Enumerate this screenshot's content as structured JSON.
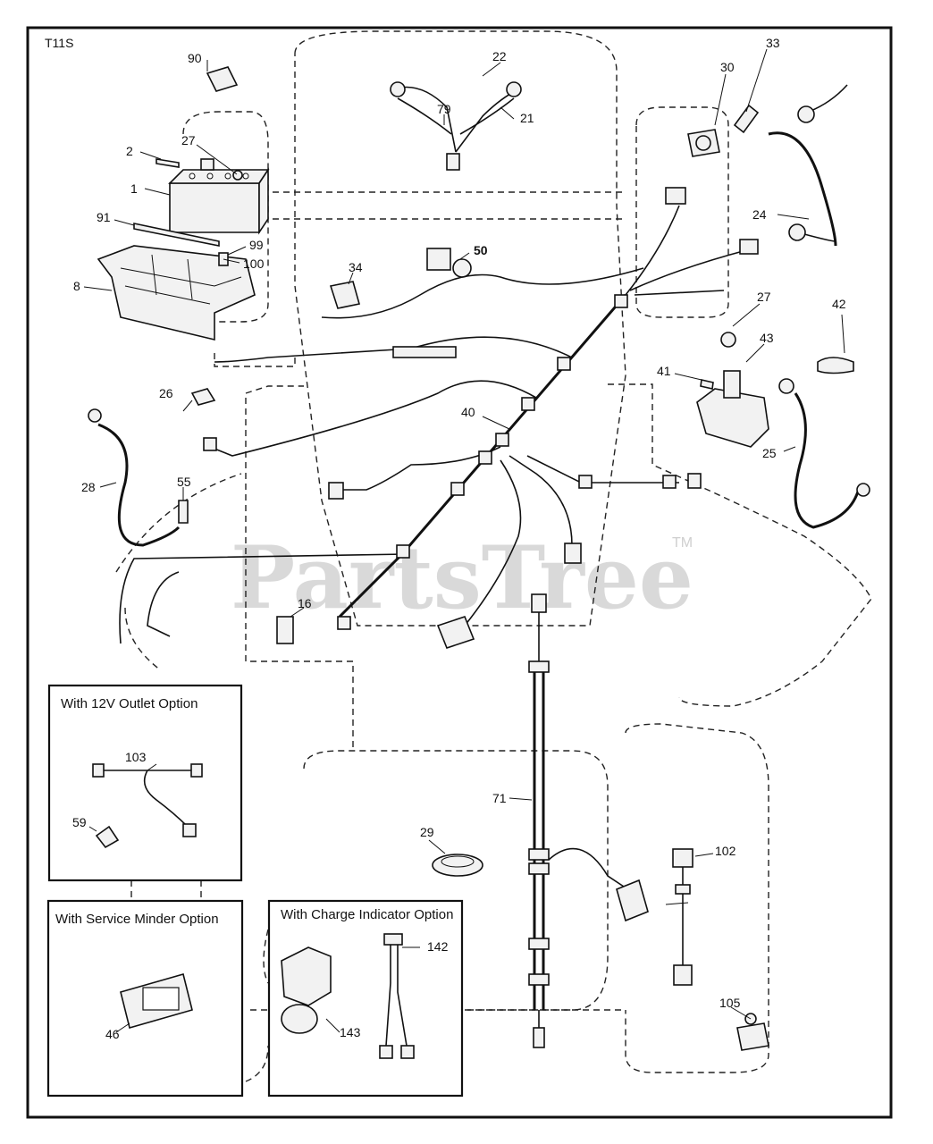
{
  "diagram": {
    "code": "T11S",
    "watermark": "PartsTree",
    "trademark": "TM",
    "part_labels": [
      "90",
      "22",
      "79",
      "21",
      "30",
      "33",
      "2",
      "27",
      "1",
      "91",
      "99",
      "100",
      "8",
      "34",
      "50",
      "24",
      "27",
      "42",
      "43",
      "41",
      "26",
      "40",
      "25",
      "28",
      "55",
      "16",
      "71",
      "29",
      "102",
      "105",
      "103",
      "59",
      "46",
      "143",
      "142"
    ],
    "options": {
      "outlet_12v": "With 12V Outlet Option",
      "service_minder": "With Service Minder Option",
      "charge_indicator": "With Charge Indicator Option"
    }
  }
}
